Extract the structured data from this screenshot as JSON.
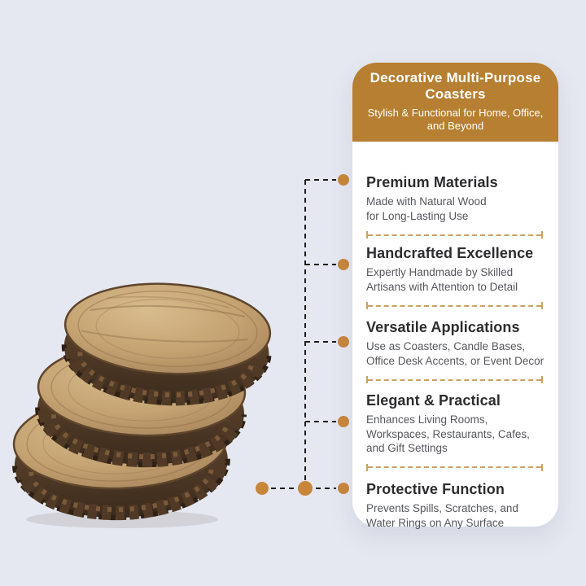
{
  "header": {
    "title": "Decorative Multi-Purpose Coasters",
    "subtitle": "Stylish & Functional for Home, Office, and Beyond"
  },
  "features": [
    {
      "title": "Premium Materials",
      "lines": [
        "Made with Natural Wood",
        "for Long-Lasting Use"
      ]
    },
    {
      "title": "Handcrafted Excellence",
      "lines": [
        "Expertly Handmade by Skilled",
        "Artisans with Attention to Detail"
      ]
    },
    {
      "title": "Versatile Applications",
      "lines": [
        "Use as Coasters, Candle Bases,",
        "Office Desk Accents, or Event Decor"
      ]
    },
    {
      "title": "Elegant & Practical",
      "lines": [
        "Enhances Living Rooms,",
        "Workspaces, Restaurants, Cafes,",
        "and Gift Settings"
      ]
    },
    {
      "title": "Protective Function",
      "lines": [
        "Prevents Spills, Scratches, and",
        "Water Rings on Any Surface"
      ]
    }
  ],
  "colors": {
    "background": "#e5e8f0",
    "card_bg": "#ffffff",
    "header_bg": "#b67f31",
    "header_text": "#ffffff",
    "accent_dot": "#c8863a",
    "divider": "#c9a263",
    "title_text": "#2d2d30",
    "body_text": "#56575c",
    "connector": "#1c1c1c"
  }
}
